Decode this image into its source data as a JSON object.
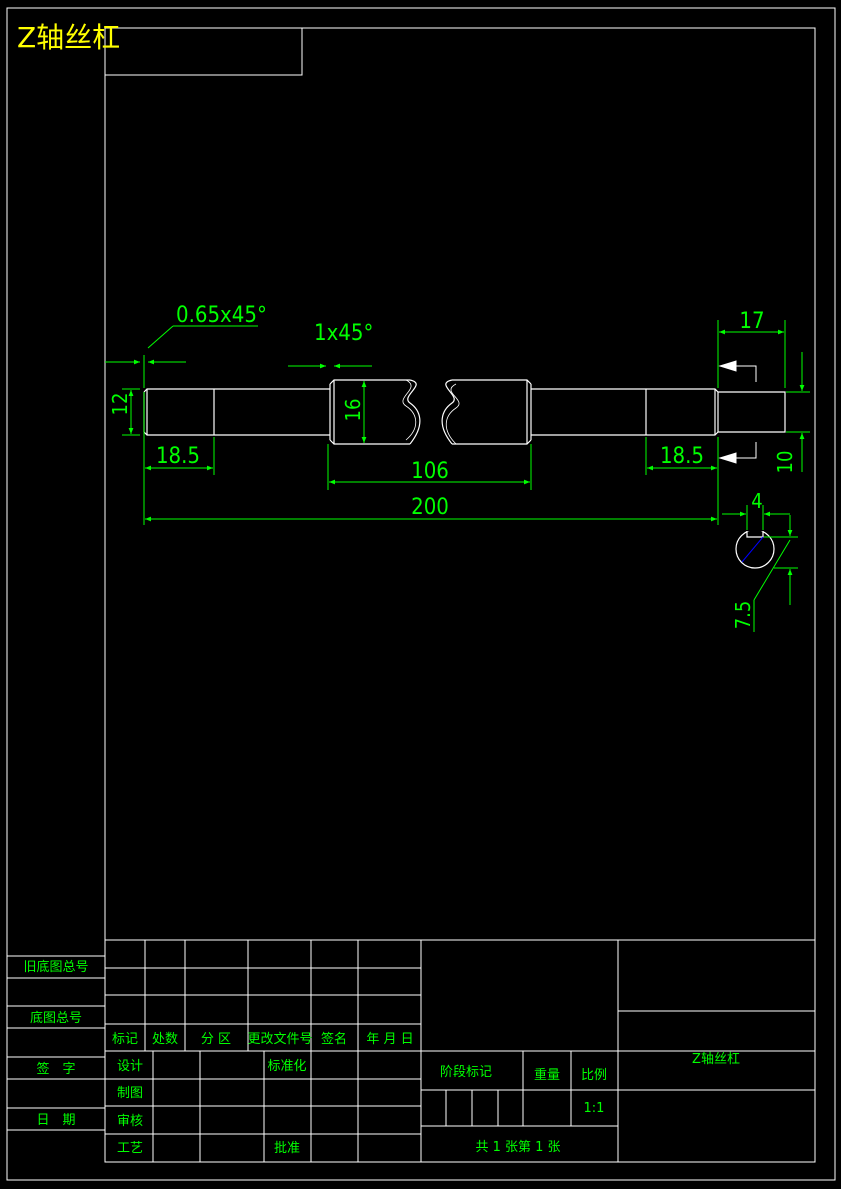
{
  "header": {
    "title": "Z轴丝杠"
  },
  "part": {
    "shaft_name": "Z轴丝杠"
  },
  "dimensions": {
    "chamfer_left": "0.65x45°",
    "chamfer_mid": "1x45°",
    "dia_end": "12",
    "dia_thread": "16",
    "len_left_end": "18.5",
    "len_thread": "106",
    "len_total": "200",
    "len_right_end": "18.5",
    "len_right_flat": "17",
    "flat_width": "10",
    "section_key": "4",
    "section_depth": "7.5"
  },
  "side_block": {
    "old_base_number": "旧底图总号",
    "base_number": "底图总号",
    "signature": "签　字",
    "date": "日　期"
  },
  "title_block": {
    "rev_mark": "标记",
    "rev_count": "处数",
    "rev_zone": "分 区",
    "rev_doc_no": "更改文件号",
    "rev_sign": "签名",
    "rev_date": "年 月 日",
    "design": "设计",
    "standardize": "标准化",
    "drawing": "制图",
    "check": "审核",
    "process": "工艺",
    "approve": "批准",
    "stage_mark": "阶段标记",
    "weight": "重量",
    "scale": "比例",
    "scale_value": "1:1",
    "sheet_info": "共 1 张第 1 张",
    "part_name": "Z轴丝杠"
  }
}
